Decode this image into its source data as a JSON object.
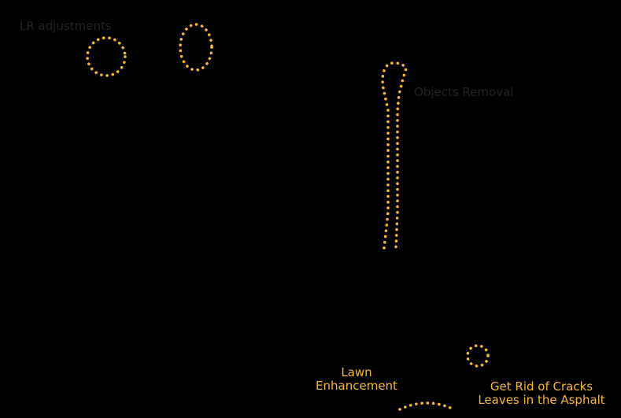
{
  "colors": {
    "background": "#000000",
    "markup": "#f5b731",
    "label_dark": "#222222"
  },
  "labels": {
    "lr_adjustments": "LR adjustments",
    "objects_removal": "Objects Removal",
    "lawn_enhancement": [
      "Lawn",
      "Enhancement"
    ],
    "cracks": [
      "Get Rid of Cracks",
      "Leaves in the Asphalt"
    ]
  }
}
